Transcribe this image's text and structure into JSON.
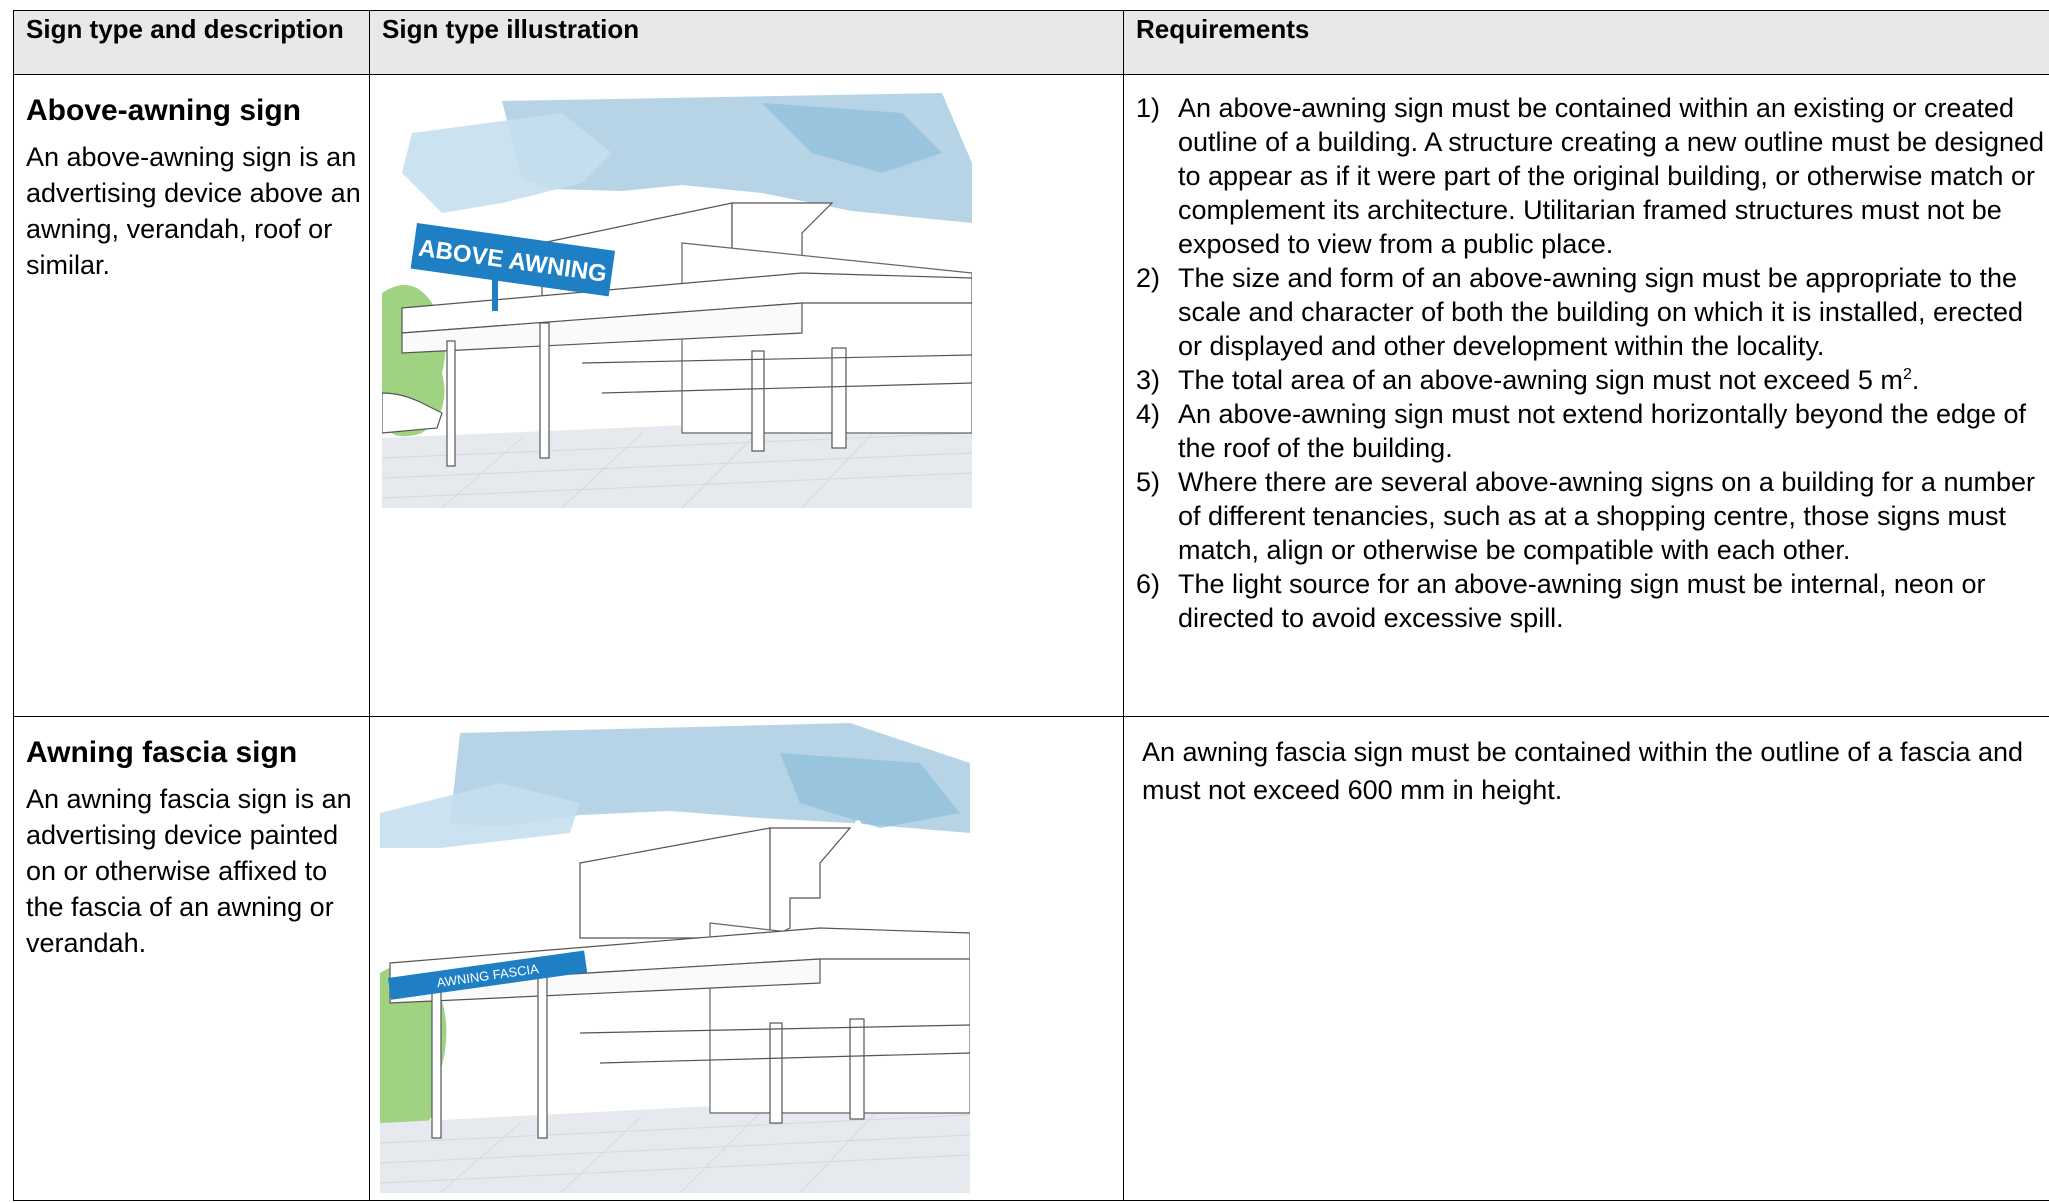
{
  "headers": {
    "col1": "Sign type and description",
    "col2": "Sign type illustration",
    "col3": "Requirements"
  },
  "rows": [
    {
      "sign_type": "Above-awning sign",
      "description": "An above-awning sign is an advertising device above an awning, verandah, roof or similar.",
      "illustration_sign_text": "ABOVE AWNING",
      "requirements": [
        {
          "num": "1)",
          "text": "An above-awning sign must be contained within an existing or created outline of a building. A structure creating a new outline must be designed to appear as if it were part of the original building, or otherwise match or complement its architecture. Utilitarian framed structures must not be exposed to view from a public place."
        },
        {
          "num": "2)",
          "text": "The size and form of an above-awning sign must be appropriate to the scale and character of both the building on which it is installed, erected or displayed and other development within the locality."
        },
        {
          "num": "3)",
          "text": "The total area of an above-awning sign must not exceed 5 m",
          "sup": "2",
          "after": "."
        },
        {
          "num": "4)",
          "text": "An above-awning sign must not extend horizontally beyond the edge of the roof of the building."
        },
        {
          "num": "5)",
          "text": "Where there are several above-awning signs on a building for a number of different tenancies, such as at a shopping centre, those signs must match, align or otherwise be compatible with each other."
        },
        {
          "num": "6)",
          "text": "The light source for an above-awning sign must be internal, neon or directed to avoid excessive spill."
        }
      ]
    },
    {
      "sign_type": "Awning fascia sign",
      "description": "An awning fascia sign is an advertising device painted on or otherwise affixed to the fascia of an awning or verandah.",
      "illustration_sign_text": "AWNING FASCIA",
      "requirement_text": "An awning fascia sign must be contained within the outline of a fascia and must not exceed 600 mm in height."
    }
  ],
  "colors": {
    "sign_blue": "#1e7fc4",
    "sky_blue": "#a9cde2",
    "foliage_green": "#8fcb6b",
    "header_bg": "#e8e8e8"
  }
}
